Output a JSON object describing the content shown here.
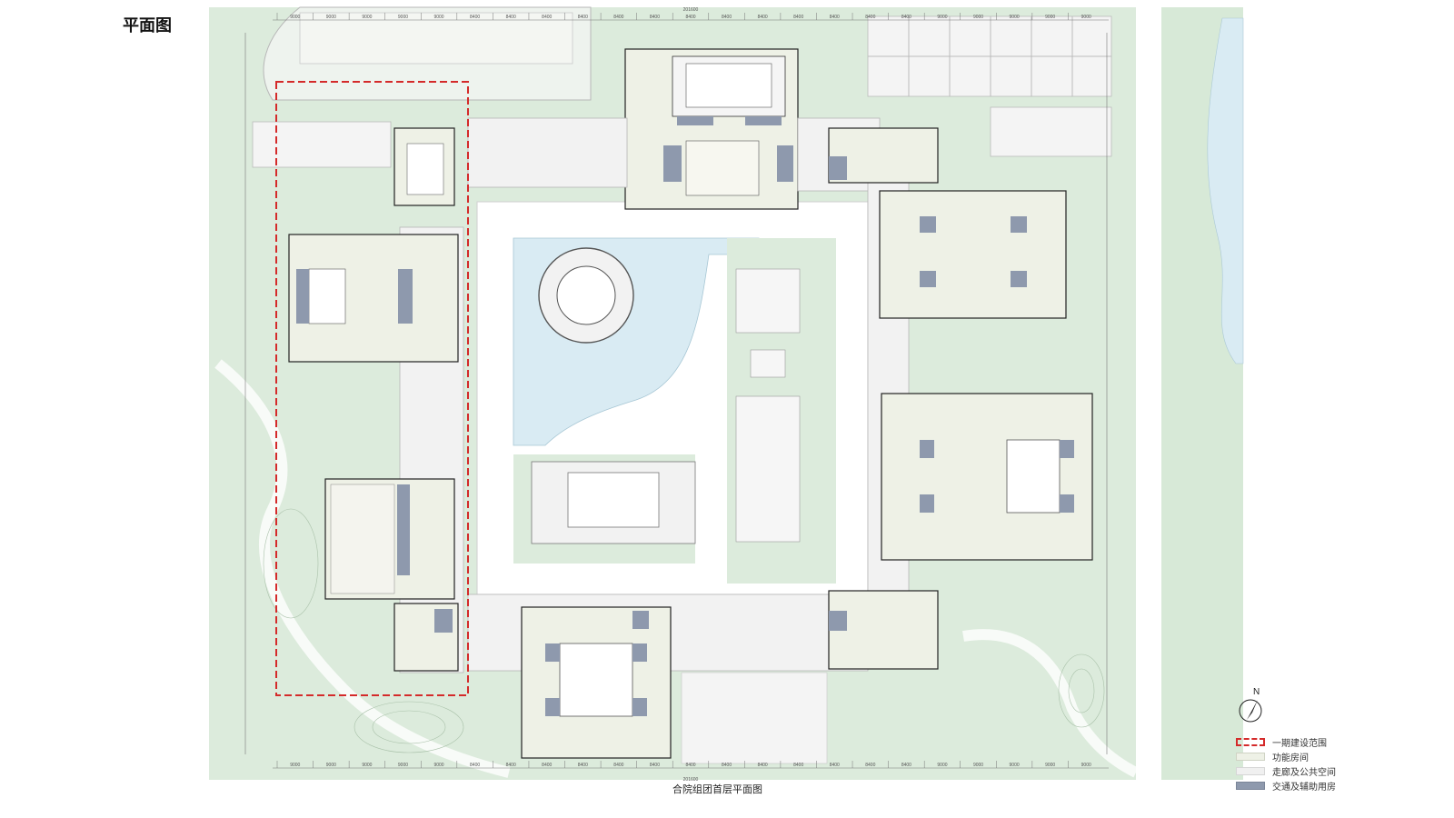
{
  "page_title": "平面图",
  "caption": "合院组团首层平面图",
  "north_label": "N",
  "legend": [
    {
      "label": "一期建设范围",
      "swatch": "dashed-red"
    },
    {
      "label": "功能房间",
      "swatch": "function"
    },
    {
      "label": "走廊及公共空间",
      "swatch": "corridor"
    },
    {
      "label": "交通及辅助用房",
      "swatch": "circulation"
    }
  ],
  "dims_top": [
    "9000",
    "9000",
    "9000",
    "9000",
    "9000",
    "8400",
    "8400",
    "8400",
    "8400",
    "8400",
    "8400",
    "8400",
    "8400",
    "8400",
    "8400",
    "8400",
    "8400",
    "8400",
    "9000",
    "9000",
    "9000",
    "9000",
    "9000"
  ],
  "dims_bottom": [
    "9000",
    "9000",
    "9000",
    "9000",
    "9000",
    "8400",
    "8400",
    "8400",
    "8400",
    "8400",
    "8400",
    "8400",
    "8400",
    "8400",
    "8400",
    "8400",
    "8400",
    "8400",
    "9000",
    "9000",
    "9000",
    "9000",
    "9000"
  ],
  "dim_total_top": "201600",
  "dim_total_bottom": "201600",
  "colors": {
    "green": "#dcebdc",
    "water": "#d9ebf3",
    "function": "#eef1e6",
    "corridor": "#f2f2f2",
    "circulation": "#8e99ad",
    "phase_one_boundary": "#d42a2a"
  }
}
